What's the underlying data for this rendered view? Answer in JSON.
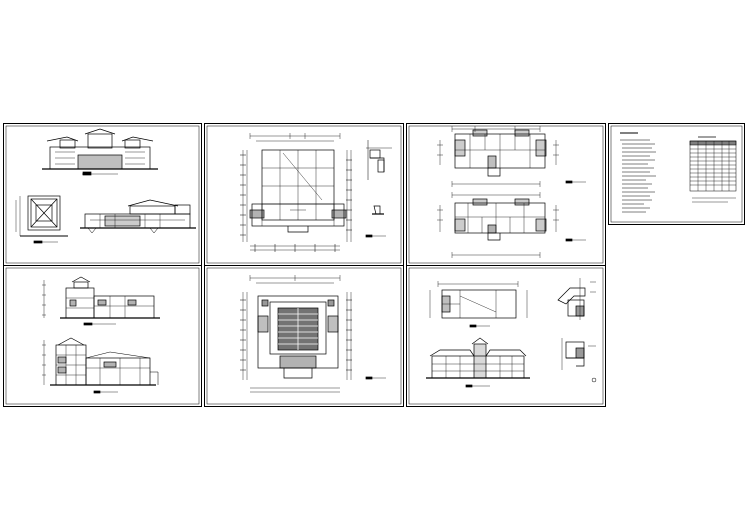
{
  "meta": {
    "background": "#ffffff",
    "line_color": "#000000"
  },
  "sheets": [
    {
      "id": "s1",
      "type": "elevations"
    },
    {
      "id": "s2",
      "type": "floor-plan-grid"
    },
    {
      "id": "s3",
      "type": "floor-plans"
    },
    {
      "id": "s4",
      "type": "sections"
    },
    {
      "id": "s5",
      "type": "auditorium-plan"
    },
    {
      "id": "s6",
      "type": "details"
    },
    {
      "id": "s7",
      "type": "notes-schedule"
    }
  ],
  "sheet_icons": {
    "elevation": "elevation-drawing-icon",
    "plan": "floor-plan-drawing-icon",
    "section": "section-drawing-icon",
    "detail": "detail-drawing-icon",
    "notes": "notes-text-icon",
    "schedule": "schedule-table-icon"
  }
}
